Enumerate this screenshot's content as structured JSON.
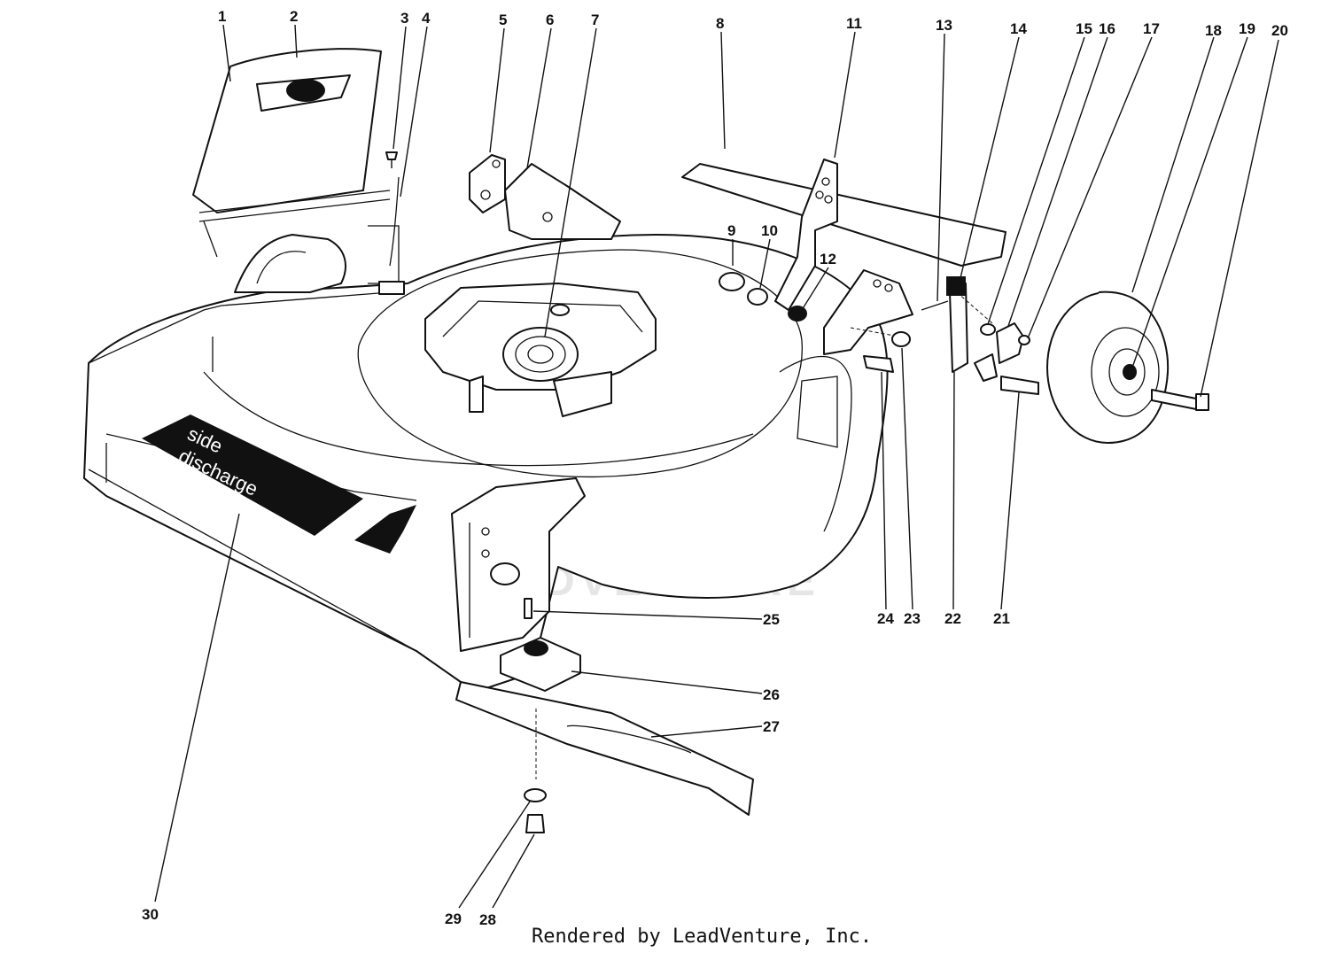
{
  "diagram": {
    "part_callouts": [
      "1",
      "2",
      "3",
      "4",
      "5",
      "6",
      "7",
      "8",
      "9",
      "10",
      "11",
      "12",
      "13",
      "14",
      "15",
      "16",
      "17",
      "18",
      "19",
      "20",
      "21",
      "22",
      "23",
      "24",
      "25",
      "26",
      "27",
      "28",
      "29",
      "30"
    ],
    "decal_text_line1": "side",
    "decal_text_line2": "discharge",
    "watermark_text": "LEADVENTURE",
    "footer_text": "Rendered by LeadVenture, Inc."
  }
}
